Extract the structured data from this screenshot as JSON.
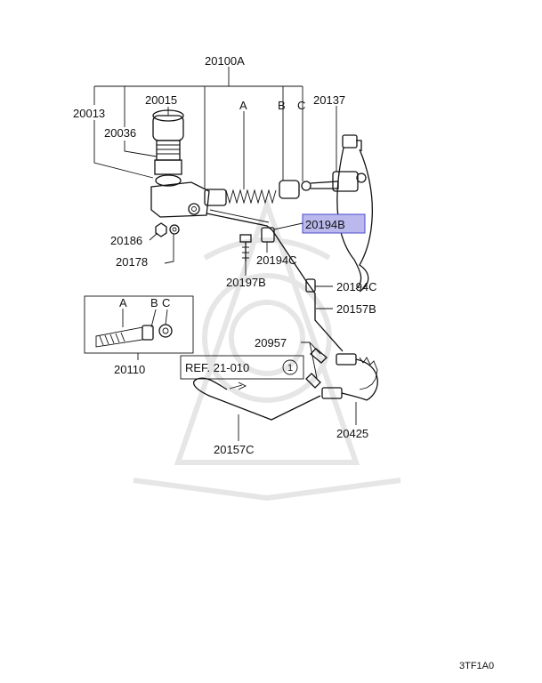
{
  "labels": {
    "assembly": "20100A",
    "reservoir": "20015",
    "cylinder_left": "20013",
    "cap": "20036",
    "ref_a": "A",
    "ref_b": "B",
    "ref_c": "C",
    "clevis": "20137",
    "bracket_highlight": "20194B",
    "nut": "20186",
    "washer": "20178",
    "clip1": "20194C",
    "bolt": "20197B",
    "clip2": "20194C",
    "pipe_b": "20157B",
    "kit": "20110",
    "kit_a": "A",
    "kit_b": "B",
    "kit_c": "C",
    "clip3": "20957",
    "hose": "20425",
    "pipe_c": "20157C",
    "ref_text": "REF. 21-010",
    "ref_circle": "1",
    "code": "3TF1A0"
  },
  "colors": {
    "highlight_fill": "#b9b9ee",
    "highlight_stroke": "#4a4acc",
    "ink": "#111111",
    "watermark": "#e6e6e6"
  }
}
